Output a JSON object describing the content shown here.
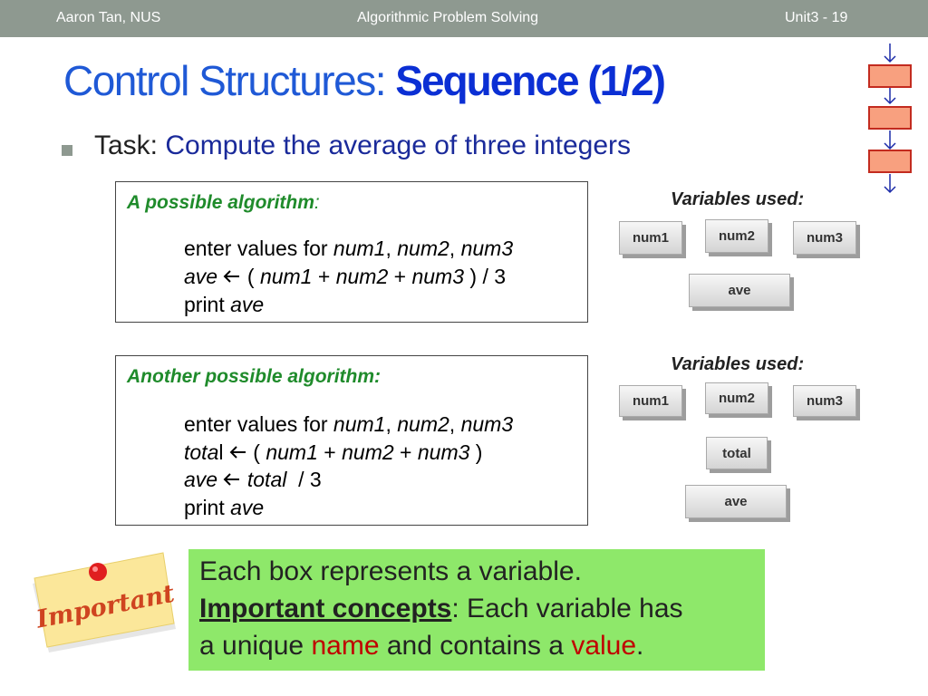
{
  "header": {
    "author": "Aaron Tan, NUS",
    "course": "Algorithmic Problem Solving",
    "page": "Unit3 - 19"
  },
  "title": {
    "part1": "Control Structures: ",
    "part2": "Sequence (1/2)"
  },
  "task": {
    "label": "Task: ",
    "text": "Compute the average of three integers"
  },
  "algo1": {
    "heading": "A possible algorithm",
    "heading_suffix": ":",
    "line1": {
      "a": "enter values for ",
      "b": "num1",
      "c": ", ",
      "d": "num2",
      "e": ", ",
      "f": "num3"
    },
    "line2": {
      "a": "ave",
      "b": " ( ",
      "c": "num1",
      "d": " + ",
      "e": "num2",
      "f": " + ",
      "g": "num3",
      "h": " ) / 3"
    },
    "line3": {
      "a": "print ",
      "b": "ave"
    }
  },
  "algo2": {
    "heading": "Another possible algorithm:",
    "line1": {
      "a": "enter values for ",
      "b": "num1",
      "c": ", ",
      "d": "num2",
      "e": ", ",
      "f": "num3"
    },
    "line2": {
      "a": "tota",
      "b": "l",
      "c": " ( ",
      "d": "num1",
      "e": " + ",
      "f": "num2",
      "g": " + ",
      "h": "num3",
      "i": " )"
    },
    "line3": {
      "a": "ave",
      "b": "total",
      "c": "  / 3"
    },
    "line4": {
      "a": "print ",
      "b": "ave"
    }
  },
  "vars1": {
    "label": "Variables used:",
    "num1": "num1",
    "num2": "num2",
    "num3": "num3",
    "ave": "ave"
  },
  "vars2": {
    "label": "Variables used:",
    "num1": "num1",
    "num2": "num2",
    "num3": "num3",
    "total": "total",
    "ave": "ave"
  },
  "note": {
    "line1": "Each box represents a variable.",
    "l2a": "Important concepts",
    "l2b": ": Each variable has",
    "l3a": "a unique ",
    "l3b": "name",
    "l3c": " and contains a ",
    "l3d": "value",
    "l3e": "."
  },
  "sticker": {
    "text": "Important"
  },
  "icons": {
    "arrow": "left-arrow-icon",
    "bullet": "square-bullet-icon",
    "flow": "sequence-flowchart-icon"
  }
}
